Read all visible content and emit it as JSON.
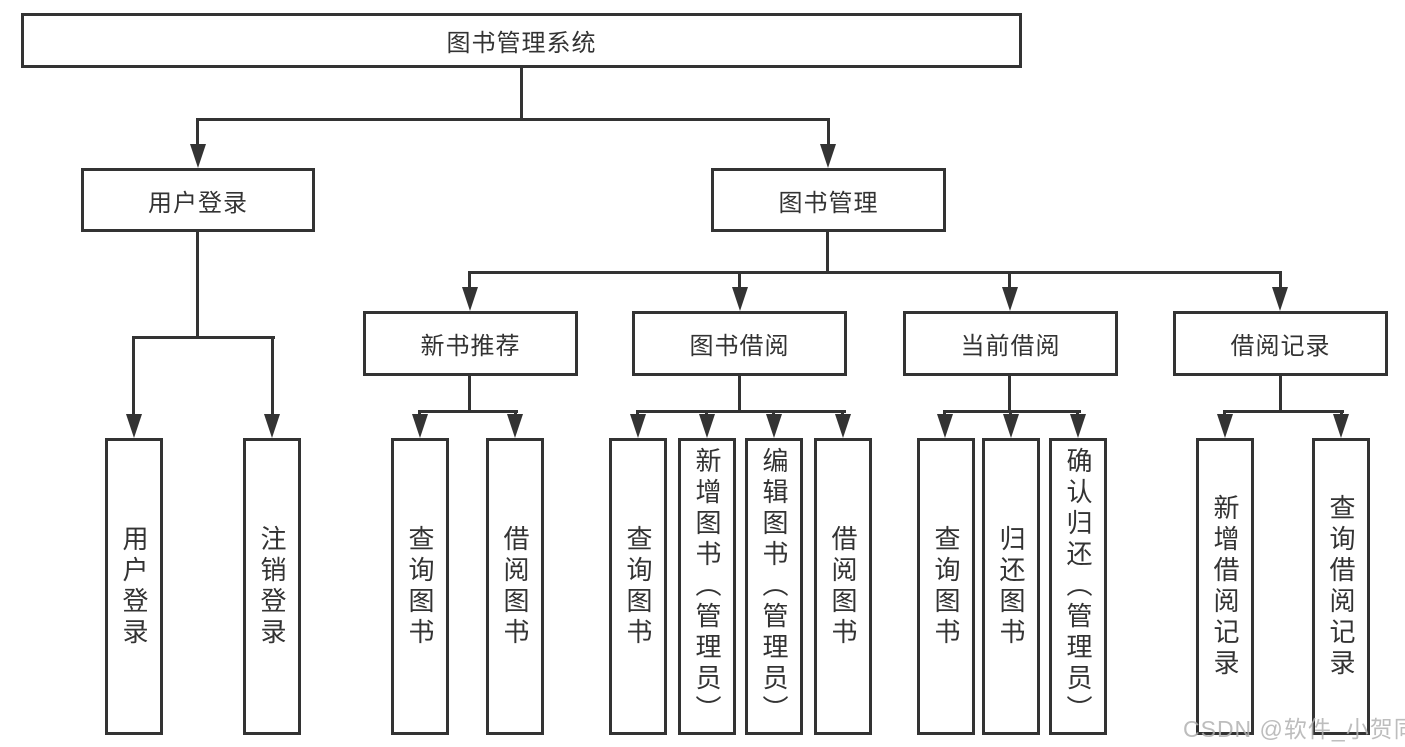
{
  "diagram": {
    "root": {
      "label": "图书管理系统"
    },
    "level2": [
      {
        "label": "用户登录"
      },
      {
        "label": "图书管理"
      }
    ],
    "level3": [
      {
        "label": "新书推荐"
      },
      {
        "label": "图书借阅"
      },
      {
        "label": "当前借阅"
      },
      {
        "label": "借阅记录"
      }
    ],
    "leaves": {
      "user_login": [
        {
          "label": "用户登录"
        },
        {
          "label": "注销登录"
        }
      ],
      "new_book": [
        {
          "label": "查询图书"
        },
        {
          "label": "借阅图书"
        }
      ],
      "book_borrow": [
        {
          "label": "查询图书"
        },
        {
          "label": "新增图书（管理员）"
        },
        {
          "label": "编辑图书（管理员）"
        },
        {
          "label": "借阅图书"
        }
      ],
      "current_borrow": [
        {
          "label": "查询图书"
        },
        {
          "label": "归还图书"
        },
        {
          "label": "确认归还（管理员）"
        }
      ],
      "borrow_records": [
        {
          "label": "新增借阅记录"
        },
        {
          "label": "查询借阅记录"
        }
      ]
    },
    "watermark": "CSDN @软件_小贺同学",
    "colors": {
      "line": "#333333",
      "text": "#333333",
      "background": "#ffffff",
      "watermark": "#b2b2b2"
    }
  }
}
